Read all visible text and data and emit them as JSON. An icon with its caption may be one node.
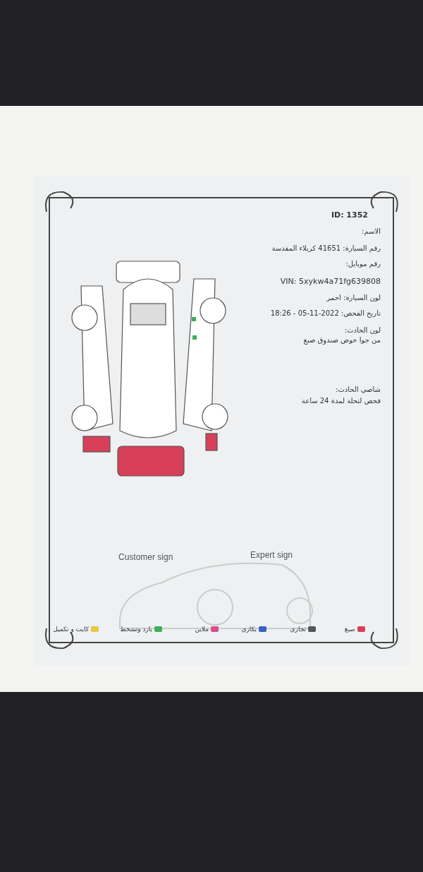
{
  "diagram": {
    "labels": [
      "ID: 1352",
      "الاسم:",
      "رقم السيارة: 41651 كربلاء المقدسة",
      "رقم موبايل:",
      "VIN: 5xykw4a71fg639808",
      "لون السيارة: احمر",
      "تاريخ الفحص: 2022-11-05 - 18:26",
      "لون الحادث:",
      "من جوا حوض صندوق صبغ",
      "شاصي الحادث:",
      "فحص لتحلة لمدة 24 ساعة",
      "Customer sign",
      "Expert sign"
    ],
    "legend": [
      {
        "text": "صبغ",
        "color": "#d8405a"
      },
      {
        "text": "تجاري",
        "color": "#55555e"
      },
      {
        "text": "بكاري",
        "color": "#3a5fc8"
      },
      {
        "text": "ملاين",
        "color": "#d8508a"
      },
      {
        "text": "بارد وتشخط",
        "color": "#3fae5a"
      },
      {
        "text": "كايت و تكميل",
        "color": "#e8c840"
      }
    ]
  }
}
